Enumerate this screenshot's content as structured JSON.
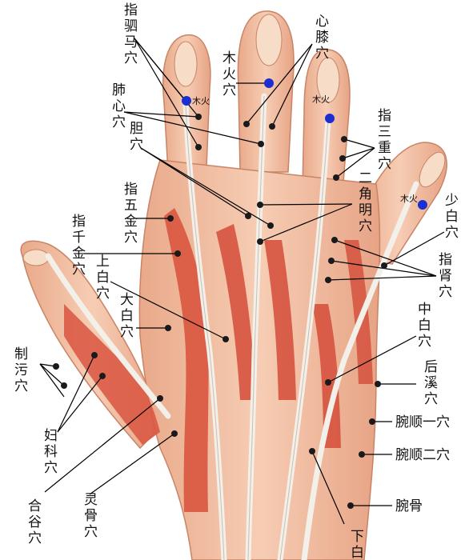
{
  "title": "",
  "labels": {
    "zhisima": "指驷马穴",
    "xinxi": "心膝穴",
    "muhuo": "木火穴",
    "feixin": "肺心穴",
    "dan": "胆穴",
    "zhisanzhong": "指三重穴",
    "erjiaoming": "二角明穴",
    "shaobai": "少白穴",
    "zhiwujin": "指五金穴",
    "zhiqianjin": "指千金穴",
    "zhishen": "指肾穴",
    "shangbai": "上白穴",
    "dabai": "大白穴",
    "zhongbai": "中白穴",
    "houxi": "后溪穴",
    "zhiwu": "制污穴",
    "wanshunyi": "腕顺一穴",
    "wanshuner": "腕顺二穴",
    "fuke": "妇科穴",
    "wangu": "腕骨",
    "linggu": "灵骨穴",
    "hegu": "合谷穴",
    "xiabai": "下白"
  },
  "finger_tags": [
    "木火",
    "木火",
    "木火"
  ],
  "colors": {
    "skin": "#f4c4a8",
    "muscle": "#d9553f",
    "tendon": "#f3efe9",
    "point": "#1a1a1a",
    "blue_point": "#1b2fd1",
    "line": "#000000"
  }
}
